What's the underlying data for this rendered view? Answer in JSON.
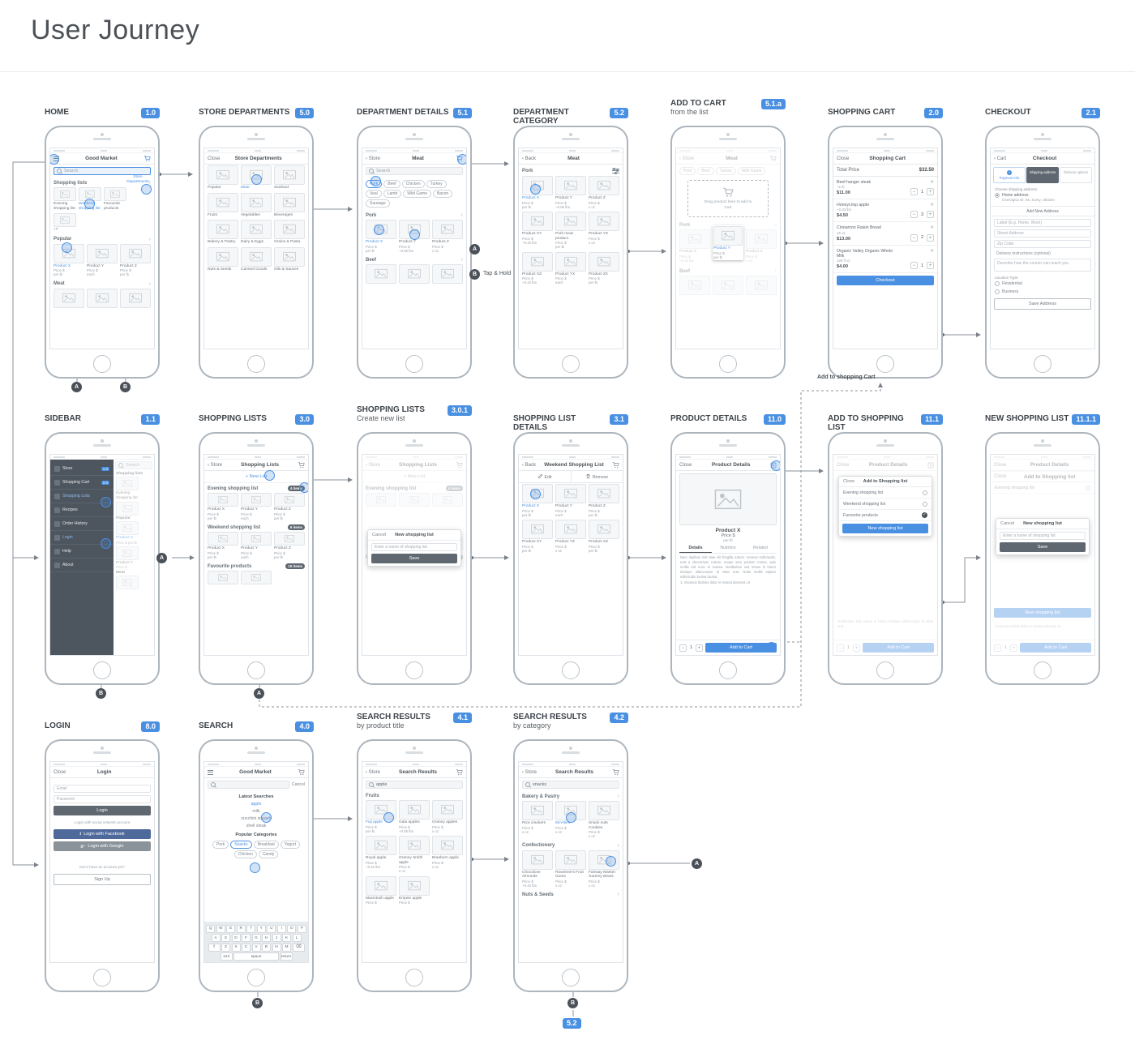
{
  "page": {
    "title": "User Journey"
  },
  "colors": {
    "accent": "#4a90e2"
  },
  "annotations": {
    "marker_a": "A",
    "marker_b": "B",
    "tap_hold": "Tap & Hold",
    "add_to_cart_path": "Add to shopping Cart",
    "end_badge": "5.2"
  },
  "screens": {
    "home": {
      "label": "HOME",
      "badge": "1.0",
      "title": "Good Market",
      "search": "Search",
      "link_store_departments": "Store Departments",
      "shopping_lists_title": "Shopping lists",
      "lists": [
        {
          "name": "Evening shopping list"
        },
        {
          "name": "Weekend shopping list",
          "hl": true
        },
        {
          "name": "Favourite products"
        },
        {
          "name": "+7"
        }
      ],
      "popular_title": "Popular",
      "popular": [
        {
          "name": "Product X",
          "price": "Price $",
          "unit": "per lb",
          "hl": true
        },
        {
          "name": "Product Y",
          "price": "Price $",
          "unit": "each"
        },
        {
          "name": "Product Z",
          "price": "Price $",
          "unit": "per lb"
        }
      ],
      "meat_title": "Meat"
    },
    "departments": {
      "label": "STORE DEPARTMENTS",
      "badge": "5.0",
      "close": "Close",
      "title": "Store Departments",
      "items": [
        {
          "name": "Popular"
        },
        {
          "name": "Meat",
          "hl": true
        },
        {
          "name": "Seafood"
        },
        {
          "name": "Fruits"
        },
        {
          "name": "Vegetables"
        },
        {
          "name": "Beverages"
        },
        {
          "name": "Bakery & Pastry"
        },
        {
          "name": "Dairy & Eggs"
        },
        {
          "name": "Grains & Pasta"
        },
        {
          "name": "Nuts & Seeds"
        },
        {
          "name": "Canned Goods"
        },
        {
          "name": "Oils & Sauces"
        }
      ]
    },
    "details": {
      "label": "DEPARTMENT DETAILS",
      "badge": "5.1",
      "back": "‹ Store",
      "title": "Meat",
      "search": "Search",
      "chips": [
        {
          "name": "Pork",
          "hl": true
        },
        {
          "name": "Beef"
        },
        {
          "name": "Chicken"
        },
        {
          "name": "Turkey"
        },
        {
          "name": "Veal"
        },
        {
          "name": "Lamb"
        },
        {
          "name": "Wild Game"
        },
        {
          "name": "Bacon"
        },
        {
          "name": "Sausage"
        }
      ],
      "pork_title": "Pork",
      "products": [
        {
          "name": "Product X",
          "price": "Price $",
          "unit": "per lb",
          "hl": true
        },
        {
          "name": "Product Y",
          "price": "Price $",
          "unit": "~0.55 lbs"
        },
        {
          "name": "Product Z",
          "price": "Price $",
          "unit": "x oz"
        }
      ],
      "beef_title": "Beef"
    },
    "category": {
      "label": "DEPARTMENT CATEGORY",
      "badge": "5.2",
      "back": "‹ Back",
      "title": "Meat",
      "subtitle": "Pork",
      "products": [
        {
          "name": "Product X",
          "price": "Price $",
          "unit": "per lb",
          "hl": true
        },
        {
          "name": "Product Y",
          "price": "Price $",
          "unit": "~0.55 lbs"
        },
        {
          "name": "Product Z",
          "price": "Price $",
          "unit": "x oz"
        },
        {
          "name": "Product XY",
          "price": "Price $",
          "unit": "~0.42 lbs"
        },
        {
          "name": "Pork meat product",
          "price": "Price $",
          "unit": "per lb"
        },
        {
          "name": "Product YZ",
          "price": "Price $",
          "unit": "x oz"
        },
        {
          "name": "Product XZ",
          "price": "Price $",
          "unit": "~0.42 lbs"
        },
        {
          "name": "Product YX",
          "price": "Price $",
          "unit": "each"
        },
        {
          "name": "Product ZX",
          "price": "Price $",
          "unit": "per lb"
        }
      ]
    },
    "add_cart": {
      "label": "ADD TO CART",
      "sublabel": "from the list",
      "badge": "5.1.a",
      "back": "‹ Store",
      "title": "Meat",
      "chips": [
        {
          "name": "Pork"
        },
        {
          "name": "Beef"
        },
        {
          "name": "Turkey"
        },
        {
          "name": "Wild Game"
        }
      ],
      "drop_text": "Drag product here to add to Cart",
      "pork_title": "Pork",
      "products": [
        {
          "name": "Product X",
          "price": "Price $",
          "unit": "~0.42 lbs"
        },
        {
          "name": "Product Y",
          "price": "Price $",
          "unit": "per lb",
          "hl": true
        },
        {
          "name": "Product Z",
          "price": "Price $",
          "unit": "x oz"
        }
      ],
      "beef_title": "Beef"
    },
    "cart": {
      "label": "SHOPPING CART",
      "badge": "2.0",
      "close": "Close",
      "title": "Shopping Cart",
      "total_label": "Total Price",
      "total_value": "$32.50",
      "items": [
        {
          "name": "Beef hanger steak",
          "unit": "~1 lb",
          "price": "$11.00",
          "qty": "1"
        },
        {
          "name": "Honeycrisp apple",
          "unit": "~0.33 lbs",
          "price": "$4.50",
          "qty": "3"
        },
        {
          "name": "Cinnamon Raisin Bread",
          "unit": "16 oz",
          "price": "$13.00",
          "qty": "2"
        },
        {
          "name": "Organic Valley Organic Whole Milk",
          "unit": "128 fl oz",
          "price": "$4.00",
          "qty": "1"
        }
      ],
      "checkout_label": "Checkout"
    },
    "checkout": {
      "label": "CHECKOUT",
      "badge": "2.1",
      "back": "‹ Cart",
      "title": "Checkout",
      "steps": [
        {
          "name": "Payment Info",
          "done": true
        },
        {
          "name": "Shipping address",
          "hl": true
        },
        {
          "name": "Delivery options"
        }
      ],
      "choose_label": "Choose shipping address:",
      "saved_address_name": "Home address",
      "saved_address": "Chervigiva str. 66, Sumy, Ukraine",
      "add_new": "Add New Address",
      "fields": [
        "Label (E.g. Home, Work)",
        "Street Address",
        "Zip Code",
        "Delivery instructions (optional)",
        "Describe how the courier can reach you"
      ],
      "location_type": "Location Type",
      "location_options": [
        "Residential",
        "Business"
      ],
      "save_label": "Save Address"
    },
    "sidebar": {
      "label": "SIDEBAR",
      "badge": "1.1",
      "items": [
        {
          "name": "Store",
          "tag": "1.0"
        },
        {
          "name": "Shopping Cart",
          "tag": "2.0"
        },
        {
          "name": "Shopping Lists",
          "hl": true
        },
        {
          "name": "Recipes"
        },
        {
          "name": "Order History"
        },
        {
          "name": "Login",
          "hl": true
        },
        {
          "name": "Help"
        },
        {
          "name": "About"
        }
      ],
      "content": {
        "search": "Search",
        "lists_title": "Shopping lists",
        "list1": "Evening shopping list",
        "popular_title": "Popular",
        "p1": "Product X",
        "p1u": "Price $ per lb",
        "p2": "Product Y",
        "p2u": "Price $",
        "meat_title": "Meat"
      }
    },
    "lists": {
      "label": "SHOPPING LISTS",
      "badge": "3.0",
      "back": "‹ Store",
      "title": "Shopping Lists",
      "new_list": "+ New List",
      "groups": [
        {
          "name": "Evening shopping list",
          "count": "4 items"
        },
        {
          "name": "Weekend shopping list",
          "count": "6 items",
          "hl": true
        },
        {
          "name": "Favourite products",
          "count": "10 items"
        }
      ],
      "products": [
        {
          "name": "Product X",
          "price": "Price $",
          "unit": "per lb"
        },
        {
          "name": "Product Y",
          "price": "Price $",
          "unit": "each"
        },
        {
          "name": "Product Z",
          "price": "Price $",
          "unit": "per lb"
        }
      ]
    },
    "create_list": {
      "label": "SHOPPING LISTS",
      "sublabel": "Create new list",
      "badge": "3.0.1",
      "back": "‹ Store",
      "title": "Shopping Lists",
      "new_list": "+ New List",
      "group1": "Evening shopping list",
      "count1": "4 items",
      "group2": "Weekend shopping list",
      "count2": "6 items",
      "group3": "Favourite products",
      "count3": "10 items",
      "modal": {
        "cancel": "Cancel",
        "title": "New shopping list",
        "placeholder": "Enter a name of shopping list",
        "save": "Save"
      }
    },
    "list_details": {
      "label": "SHOPPING LIST DETAILS",
      "badge": "3.1",
      "back": "‹ Back",
      "title": "Weekend Shopping List",
      "edit": "Edit",
      "remove": "Remove",
      "products": [
        {
          "name": "Product X",
          "price": "Price $",
          "unit": "per lb",
          "hl": true
        },
        {
          "name": "Product Y",
          "price": "Price $",
          "unit": "each"
        },
        {
          "name": "Product Z",
          "price": "Price $",
          "unit": "per lb"
        },
        {
          "name": "Product XY",
          "price": "Price $",
          "unit": "per lb"
        },
        {
          "name": "Product YZ",
          "price": "Price $",
          "unit": "x oz"
        },
        {
          "name": "Product XZ",
          "price": "Price $",
          "unit": "per lb"
        }
      ]
    },
    "product": {
      "label": "PRODUCT DETAILS",
      "badge": "11.0",
      "close": "Close",
      "title": "Product Details",
      "name": "Product X",
      "price": "Price $",
      "unit": "per lb",
      "tabs": [
        {
          "name": "Details",
          "hl": true
        },
        {
          "name": "Nutrition"
        },
        {
          "name": "Related"
        }
      ],
      "description": "Nam dapibus nisl vitae elit fringilla rutrum. Aenean sollicitudin, erat a elementum rutrum, neque sem pretium metus, quis mollis nisl nunc et massa. Vestibulum sed metus in lorem tristique ullamcorper id vitae erat. Nulla mollis sapien sollicitudin lacinia lacinia.",
      "bullet": "1.   Vivamus facilisis dolor et massa placerat, at",
      "qty": "1",
      "add_to_cart": "Add to Cart"
    },
    "add_list": {
      "label": "ADD TO SHOPPING LIST",
      "badge": "11.1",
      "bg_close": "Close",
      "bg_title": "Product Details",
      "modal_close": "Close",
      "modal_title": "Add to Shopping list",
      "options": [
        {
          "name": "Evening shopping list"
        },
        {
          "name": "Weekend shopping list"
        },
        {
          "name": "Favourite products",
          "checked": true
        }
      ],
      "new_list": "New shopping list",
      "desc": "Vestibulum sed metus in lorem tristique ullamcorper id vitae erat.",
      "qty": "1",
      "add_to_cart": "Add to Cart"
    },
    "new_list": {
      "label": "NEW SHOPPING LIST",
      "badge": "11.1.1",
      "bg_close": "Close",
      "bg_title": "Product Details",
      "bg_modal_close": "Close",
      "bg_modal_title": "Add to Shopping list",
      "bg_option": "Evening shopping list",
      "modal_cancel": "Cancel",
      "modal_title": "New shopping list",
      "placeholder": "Enter a name of shopping list",
      "save": "Save",
      "new_list_btn": "New shopping list",
      "desc": "Vivamus facilisis dolor et massa placerat, at",
      "qty": "1",
      "add_to_cart": "Add to Cart"
    },
    "login": {
      "label": "LOGIN",
      "badge": "8.0",
      "close": "Close",
      "title": "Login",
      "email": "Email",
      "password": "Password",
      "login": "Login",
      "social_text": "Login with social network account",
      "facebook_icon": "f",
      "facebook": "Login with Facebook",
      "google_icon": "g+",
      "google": "Login with Google",
      "no_account": "Don't have an account yet?",
      "signup": "Sign Up"
    },
    "search": {
      "label": "SEARCH",
      "badge": "4.0",
      "title": "Good Market",
      "cancel": "Cancel",
      "latest_title": "Latest Searches",
      "latest": [
        {
          "name": "apple",
          "hl": true
        },
        {
          "name": "milk"
        },
        {
          "name": "zucchini squash"
        },
        {
          "name": "shell steak"
        }
      ],
      "categories_title": "Popular Categories",
      "categories": [
        {
          "name": "Pork"
        },
        {
          "name": "Snacks",
          "hl": true
        },
        {
          "name": "Breakfast"
        },
        {
          "name": "Yogurt"
        },
        {
          "name": "Chicken"
        },
        {
          "name": "Candy"
        }
      ],
      "keyboard": {
        "row1": [
          "Q",
          "W",
          "E",
          "R",
          "T",
          "Y",
          "U",
          "I",
          "O",
          "P"
        ],
        "row2": [
          "A",
          "S",
          "D",
          "F",
          "G",
          "H",
          "J",
          "K",
          "L"
        ],
        "row3": [
          "Z",
          "X",
          "C",
          "V",
          "B",
          "N",
          "M"
        ],
        "shift": "⇧",
        "backspace": "⌫",
        "num": "123",
        "space": "space",
        "enter": "return"
      }
    },
    "results_title": {
      "label": "SEARCH RESULTS",
      "sublabel": "by product title",
      "badge": "4.1",
      "back": "‹ Store",
      "title": "Search Results",
      "query": "apple",
      "section": "Fruits",
      "products": [
        {
          "name": "Fuji apple",
          "price": "Price $",
          "unit": "per lb",
          "hl": true
        },
        {
          "name": "Gala apples",
          "price": "Price $",
          "unit": "~0.55 lbs"
        },
        {
          "name": "Granny apples",
          "price": "Price $",
          "unit": "x oz"
        },
        {
          "name": "Royal apple",
          "price": "Price $",
          "unit": "~0.42 lbs"
        },
        {
          "name": "Granny Smith apple",
          "price": "Price $",
          "unit": "x oz"
        },
        {
          "name": "Braeburn apple",
          "price": "Price $",
          "unit": "x oz"
        },
        {
          "name": "Macintosh apple",
          "price": "Price $",
          "unit": ""
        },
        {
          "name": "Empire apple",
          "price": "Price $",
          "unit": ""
        }
      ]
    },
    "results_cat": {
      "label": "SEARCH RESULTS",
      "sublabel": "by category",
      "badge": "4.2",
      "back": "‹ Store",
      "title": "Search Results",
      "query": "snacks",
      "section1": "Bakery & Pastry",
      "bakery": [
        {
          "name": "Rice crackers",
          "price": "Price $",
          "unit": "x oz"
        },
        {
          "name": "McVities",
          "price": "Price $",
          "unit": "x oz",
          "hl": true
        },
        {
          "name": "Snack nuts Cookies",
          "price": "Price $",
          "unit": "x oz"
        }
      ],
      "section2": "Confectionery",
      "confectionery": [
        {
          "name": "Chocolove Almonds",
          "price": "Price $",
          "unit": "~0.42 lbs"
        },
        {
          "name": "Rowntree's Fruit Gums",
          "price": "Price $",
          "unit": "x oz"
        },
        {
          "name": "Fairway Market Gummy Bears",
          "price": "Price $",
          "unit": "x oz"
        }
      ],
      "section3": "Nuts & Seeds"
    }
  }
}
